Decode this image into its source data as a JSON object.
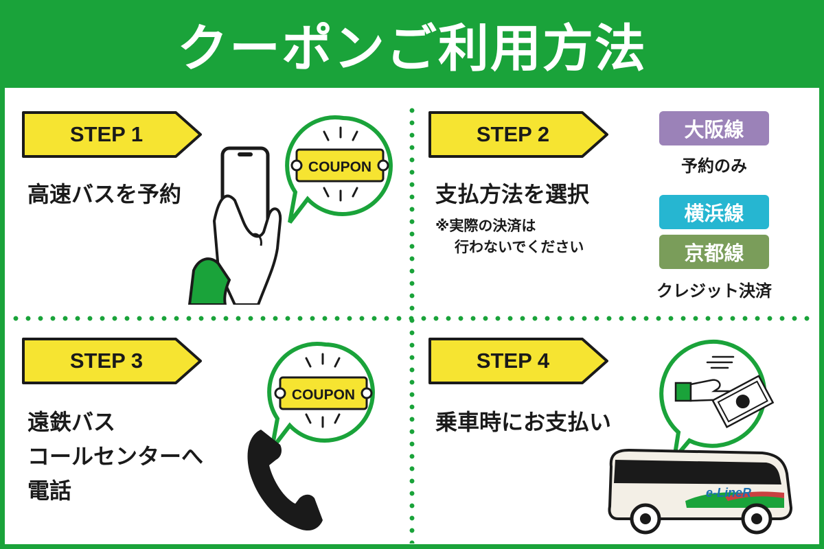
{
  "header": {
    "title": "クーポンご利用方法"
  },
  "colors": {
    "brand_green": "#1aa33a",
    "step_yellow": "#f6e431",
    "osaka_purple": "#9b82b8",
    "yokohama_cyan": "#26b6d1",
    "kyoto_olive": "#7a9d5a"
  },
  "steps": [
    {
      "label": "STEP 1",
      "text_lines": [
        "高速バスを予約"
      ],
      "illustration": "smartphone-with-coupon-icon",
      "coupon_text": "COUPON"
    },
    {
      "label": "STEP 2",
      "text_lines": [
        "支払方法を選択"
      ],
      "note_lines": [
        "※実際の決済は",
        "行わないでください"
      ],
      "payment_options": [
        {
          "badge": "大阪線",
          "caption": "予約のみ"
        },
        {
          "badge": "横浜線"
        },
        {
          "badge": "京都線",
          "caption": "クレジット決済"
        }
      ]
    },
    {
      "label": "STEP 3",
      "text_lines": [
        "遠鉄バス",
        "コールセンターへ",
        "電話"
      ],
      "illustration": "phone-receiver-with-coupon-icon",
      "coupon_text": "COUPON"
    },
    {
      "label": "STEP 4",
      "text_lines": [
        "乗車時にお支払い"
      ],
      "illustration": "bus-with-cash-payment-icon",
      "bus_logo": "e-LineR"
    }
  ]
}
